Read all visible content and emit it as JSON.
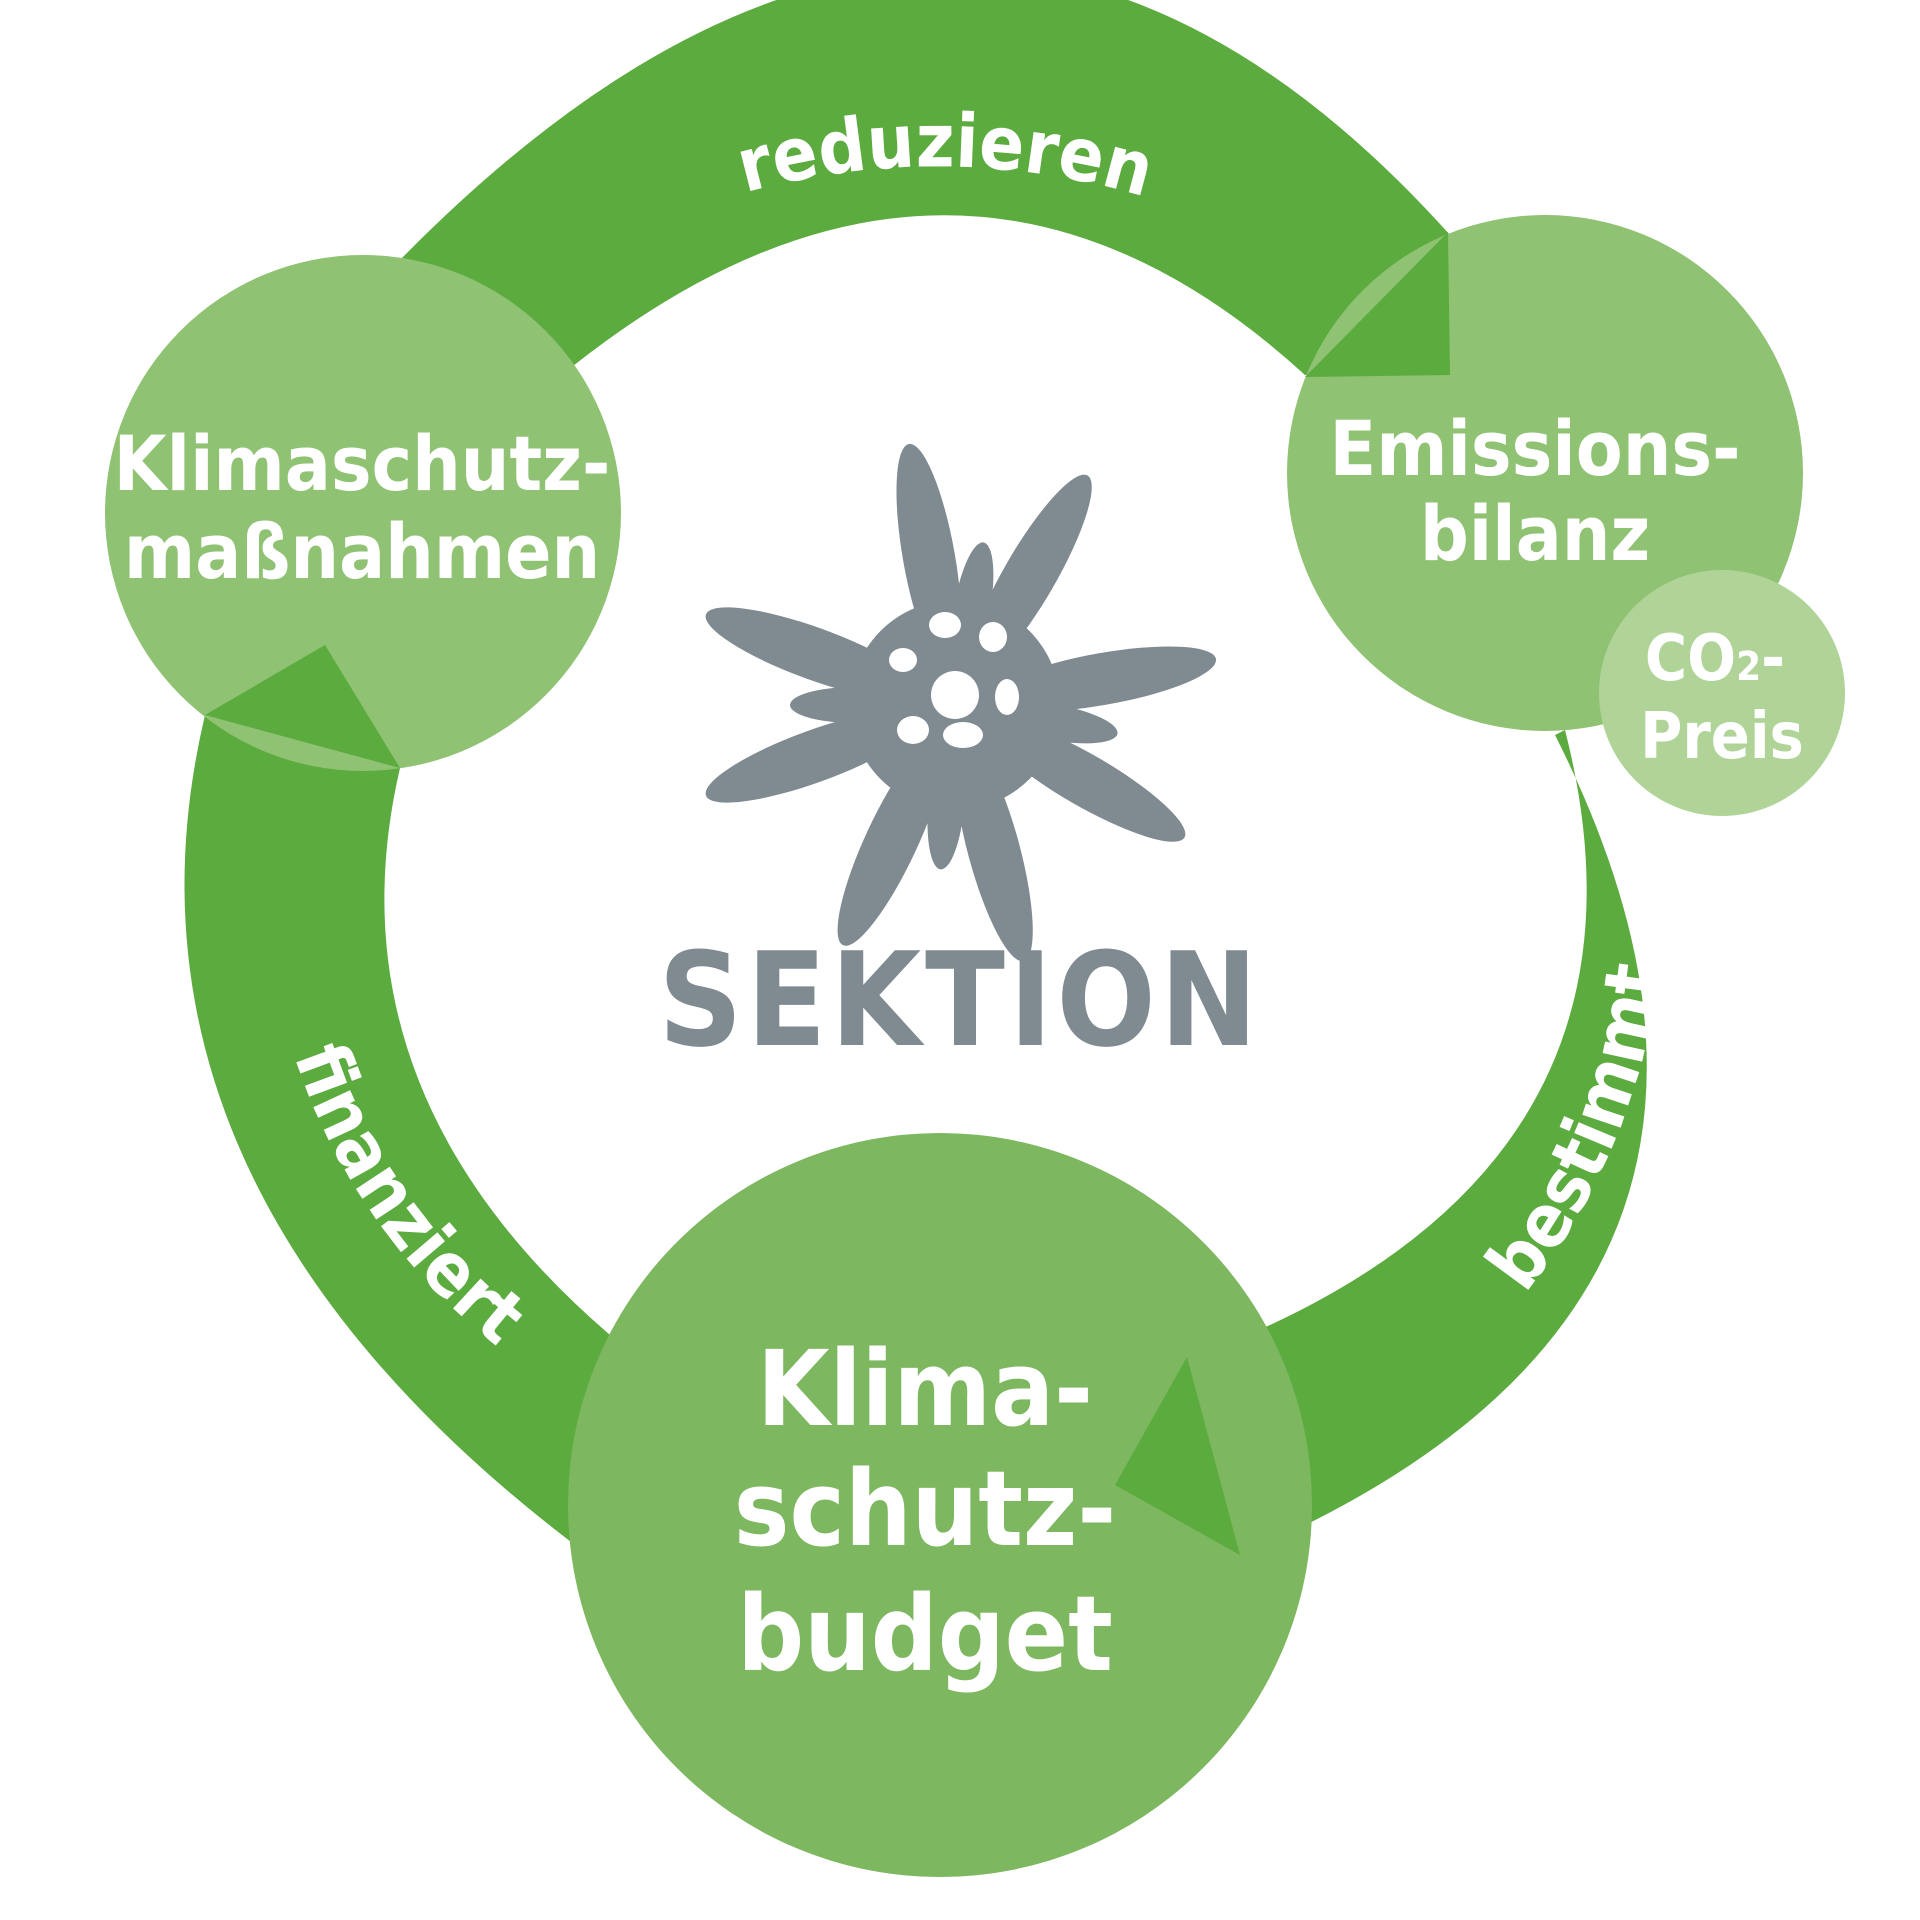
{
  "center": {
    "label": "SEKTION",
    "logo_icon": "edelweiss-icon"
  },
  "nodes": {
    "measures": {
      "line1": "Klimaschutz-",
      "line2": "maßnahmen"
    },
    "balance": {
      "line1": "Emissions-",
      "line2": "bilanz"
    },
    "price": {
      "line1_prefix": "CO",
      "line1_sub": "2",
      "line1_suffix": "-",
      "line2": "Preis"
    },
    "budget": {
      "line1": "Klima-",
      "line2": "schutz-",
      "line3": "budget"
    }
  },
  "arrows": {
    "top": "reduzieren",
    "right": "bestimmt",
    "left": "finanziert"
  },
  "colors": {
    "arrow_green": "#5bab3f",
    "node_light": "#8fc272",
    "node_budget": "#7db75f",
    "node_price": "#b0d498",
    "text_white": "#ffffff",
    "logo_gray": "#7f8a91"
  }
}
